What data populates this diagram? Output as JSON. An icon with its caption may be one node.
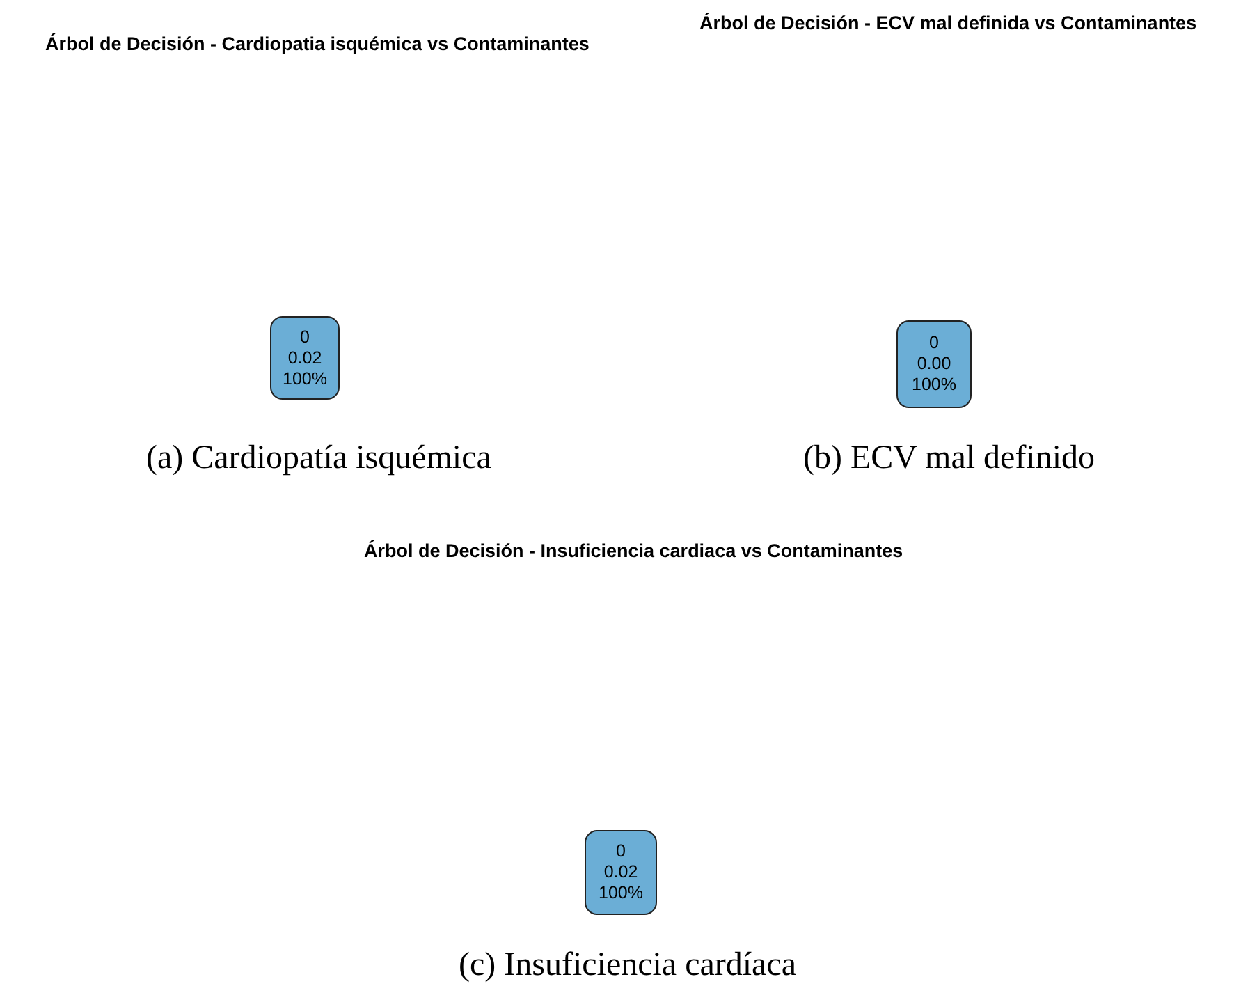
{
  "diagram": {
    "nodes": [
      {
        "text": [
          "0",
          "0.02",
          "100%"
        ]
      },
      {
        "text": [
          "0",
          "0.00",
          "100%"
        ]
      },
      {
        "text": [
          "0",
          "0.02",
          "100%"
        ]
      }
    ],
    "labels": [
      "Árbol de Decisión - Cardiopatia isquémica vs Contaminantes",
      "Árbol de Decisión - ECV mal definida vs Contaminantes",
      "(a) Cardiopatía isquémica",
      "(b) ECV mal definido",
      "Árbol de Decisión - Insuficiencia cardiaca vs Contaminantes",
      "(c) Insuficiencia cardíaca"
    ]
  }
}
